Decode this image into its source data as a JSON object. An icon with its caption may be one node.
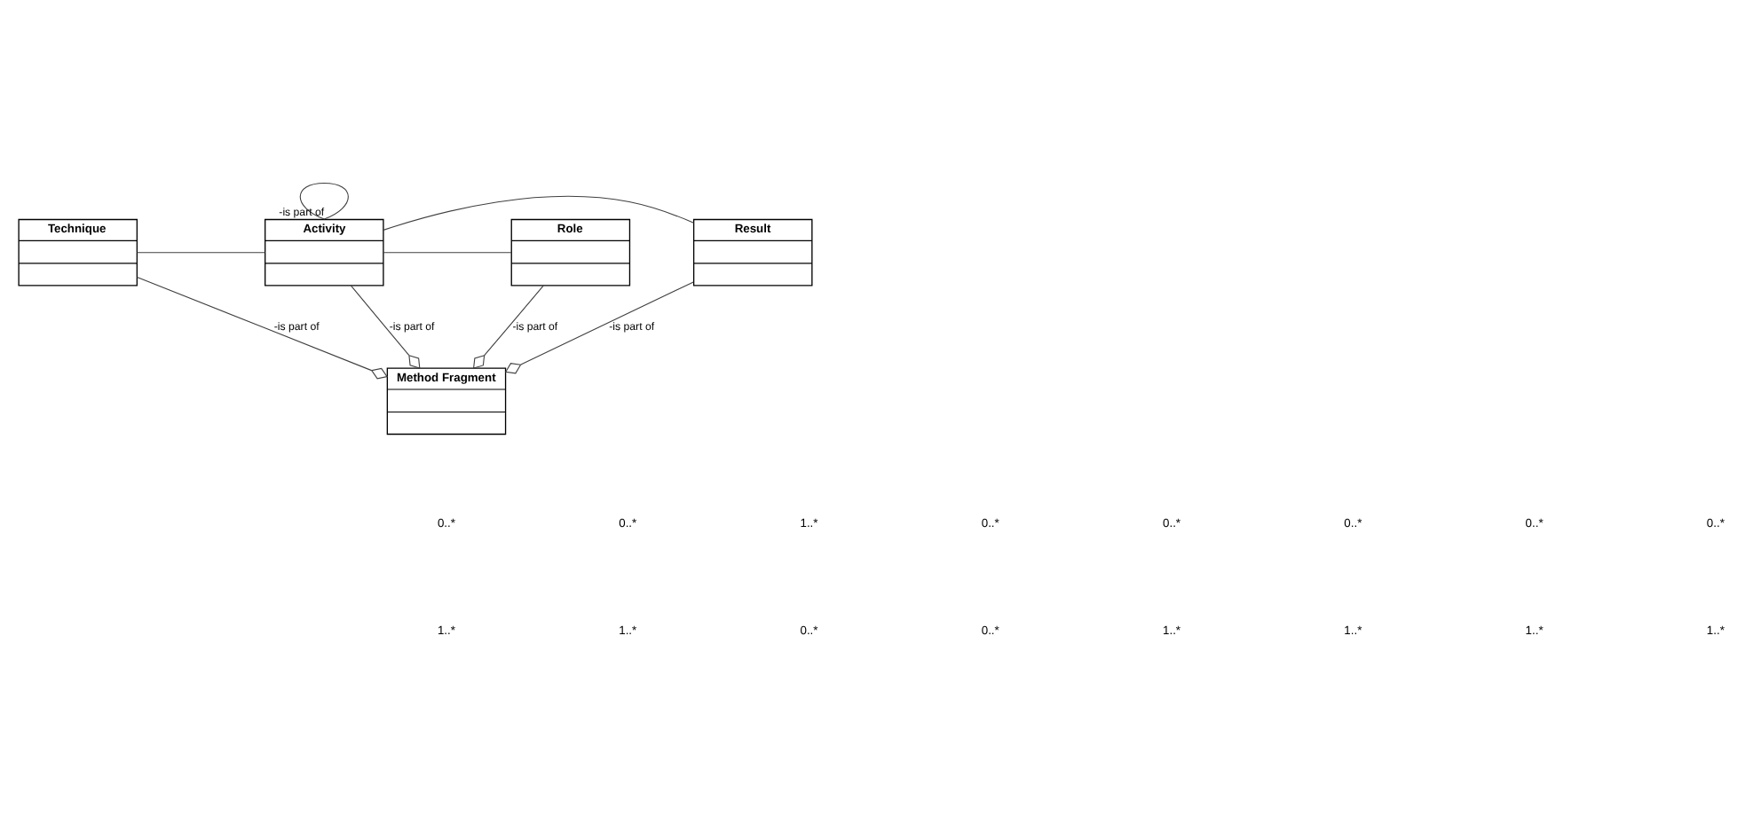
{
  "diagram": {
    "nodes": [
      {
        "text": [
          "Technique"
        ]
      },
      {
        "text": [
          "Activity"
        ]
      },
      {
        "text": [
          "Role"
        ]
      },
      {
        "text": [
          "Result"
        ]
      },
      {
        "text": [
          "Method Fragment"
        ]
      }
    ],
    "edges": [
      {
        "from": 0,
        "to": 1,
        "arrow": "none"
      },
      {
        "from": 1,
        "to": 1,
        "arrow": "none",
        "label": "-is part of"
      },
      {
        "from": 1,
        "to": 2,
        "arrow": "none"
      },
      {
        "from": 1,
        "to": 3,
        "arrow": "none"
      },
      {
        "from": 1,
        "to": 4,
        "arrow": "other",
        "label": "-is part of"
      },
      {
        "from": 2,
        "to": 4,
        "arrow": "other",
        "label": "-is part of"
      },
      {
        "from": 0,
        "to": 4,
        "arrow": "other",
        "label": "-is part of"
      },
      {
        "from": 3,
        "to": 4,
        "arrow": "other",
        "label": "-is part of"
      }
    ],
    "labels": [
      "0..*",
      "0..*",
      "1..*",
      "0..*",
      "0..*",
      "0..*",
      "0..*",
      "0..*",
      "1..*",
      "1..*",
      "0..*",
      "0..*",
      "1..*",
      "1..*",
      "1..*",
      "1..*"
    ]
  }
}
